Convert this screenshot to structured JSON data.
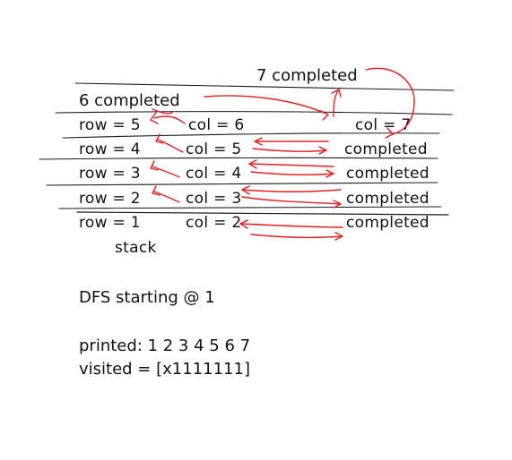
{
  "stack_table": {
    "header_top": "7 completed",
    "header_second": "6 completed",
    "rows": [
      {
        "row": "row = 5",
        "col": "col = 6",
        "status": "col = 7"
      },
      {
        "row": "row = 4",
        "col": "col = 5",
        "status": "completed"
      },
      {
        "row": "row = 3",
        "col": "col = 4",
        "status": "completed"
      },
      {
        "row": "row = 2",
        "col": "col = 3",
        "status": "completed"
      },
      {
        "row": "row = 1",
        "col": "col = 2",
        "status": "completed"
      }
    ],
    "stack_label": "stack"
  },
  "notes": {
    "dfs_start": "DFS starting @ 1",
    "printed": "printed: 1 2 3 4 5 6 7",
    "visited": "visited = [x1111111]"
  },
  "colors": {
    "ink": "#111111",
    "arrow": "#e02020",
    "background": "#ffffff"
  }
}
